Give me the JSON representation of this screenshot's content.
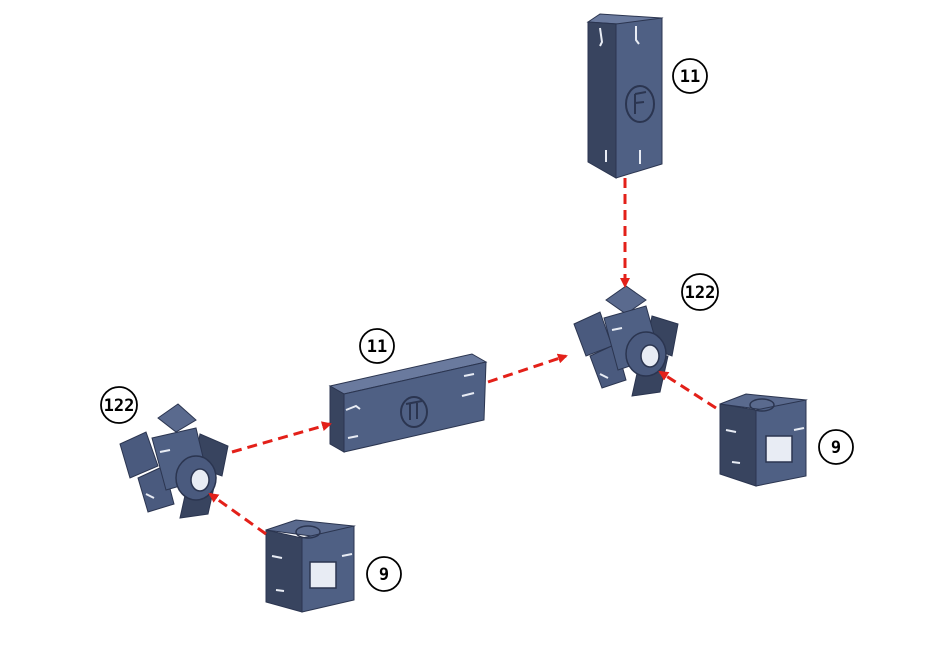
{
  "colors": {
    "part_fill": "#4a5a7e",
    "part_face_light": "#5a6a8e",
    "part_face_dark": "#38445f",
    "part_edge": "#2b3550",
    "highlight": "#e8ecf4",
    "arrow": "#e32019",
    "callout_stroke": "#000000",
    "background": "#ffffff"
  },
  "callouts": [
    {
      "id": "tube-vertical",
      "text": "11"
    },
    {
      "id": "connector-right",
      "text": "122"
    },
    {
      "id": "tube-horizontal",
      "text": "11"
    },
    {
      "id": "connector-left",
      "text": "122"
    },
    {
      "id": "cap-right",
      "text": "9"
    },
    {
      "id": "cap-bottom",
      "text": "9"
    }
  ],
  "parts": [
    {
      "id": "tube-vertical",
      "kind": "square-tube",
      "logo": "F"
    },
    {
      "id": "tube-horizontal",
      "kind": "square-tube",
      "logo": "TT"
    },
    {
      "id": "connector-right",
      "kind": "star-connector"
    },
    {
      "id": "connector-left",
      "kind": "star-connector"
    },
    {
      "id": "cap-right",
      "kind": "end-cap"
    },
    {
      "id": "cap-bottom",
      "kind": "end-cap"
    }
  ],
  "arrows": [
    {
      "from": "tube-vertical",
      "to": "connector-right"
    },
    {
      "from": "tube-horizontal",
      "to": "connector-right"
    },
    {
      "from": "connector-left",
      "to": "tube-horizontal"
    },
    {
      "from": "cap-right",
      "to": "connector-right"
    },
    {
      "from": "cap-bottom",
      "to": "connector-left"
    }
  ]
}
